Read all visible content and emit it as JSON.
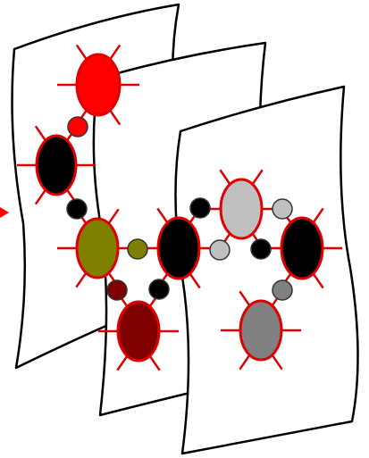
{
  "diagram": {
    "pages": [
      {
        "name": "back-page"
      },
      {
        "name": "middle-page"
      },
      {
        "name": "front-page"
      }
    ],
    "nodes": [
      {
        "name": "node-red-top",
        "color": "#ff0000"
      },
      {
        "name": "node-black-upper-left",
        "color": "#000000"
      },
      {
        "name": "node-olive",
        "color": "#808000"
      },
      {
        "name": "node-black-center",
        "color": "#000000"
      },
      {
        "name": "node-maroon",
        "color": "#800000"
      },
      {
        "name": "node-light-gray",
        "color": "#c0c0c0"
      },
      {
        "name": "node-black-right",
        "color": "#000000"
      },
      {
        "name": "node-gray",
        "color": "#808080"
      }
    ],
    "links": [
      {
        "name": "link-red",
        "color": "#ff0000"
      },
      {
        "name": "link-black-1",
        "color": "#000000"
      },
      {
        "name": "link-olive",
        "color": "#808000"
      },
      {
        "name": "link-maroon",
        "color": "#800000"
      },
      {
        "name": "link-black-2",
        "color": "#000000"
      },
      {
        "name": "link-black-3",
        "color": "#000000"
      },
      {
        "name": "link-light-gray-1",
        "color": "#c0c0c0"
      },
      {
        "name": "link-light-gray-2",
        "color": "#c0c0c0"
      },
      {
        "name": "link-black-4",
        "color": "#000000"
      },
      {
        "name": "link-gray",
        "color": "#808080"
      }
    ],
    "colors": {
      "outline": "#e00000",
      "page_stroke": "#000000",
      "page_fill": "#ffffff",
      "arrow": "#ff0000"
    }
  }
}
